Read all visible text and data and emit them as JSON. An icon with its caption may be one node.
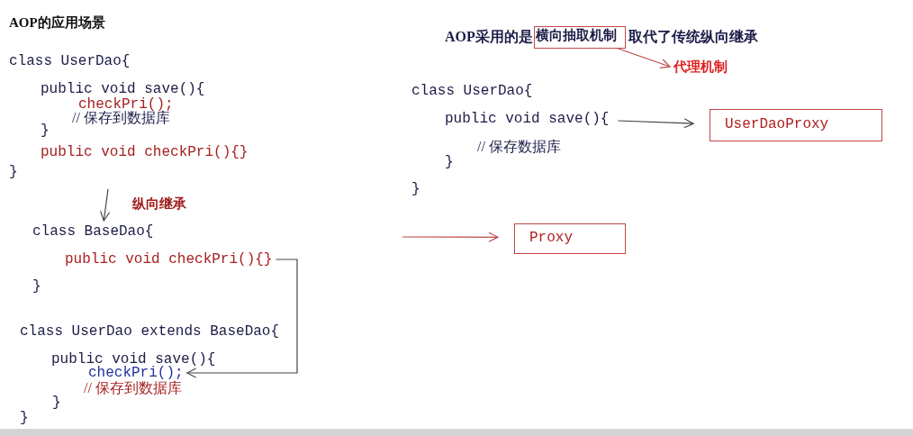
{
  "diagram": {
    "title": "AOP的应用场景",
    "nodes": [
      {
        "text": [
          "横向抽取机制"
        ]
      },
      {
        "text": [
          "代理机制"
        ]
      },
      {
        "text": [
          "public void save(){"
        ]
      },
      {
        "text": [
          "UserDaoProxy"
        ]
      },
      {
        "text": [
          "Proxy"
        ]
      },
      {
        "text": [
          "class BaseDao{"
        ]
      },
      {
        "text": [
          "public void checkPri(){}"
        ]
      },
      {
        "text": [
          "checkPri();"
        ]
      }
    ],
    "edges": [
      {
        "from": 0,
        "to": 1,
        "arrow": "to",
        "color": "#c04848"
      },
      {
        "from": 2,
        "to": 3,
        "arrow": "to"
      },
      {
        "from": null,
        "to": 4,
        "arrow": "to",
        "color": "#c04848"
      },
      {
        "from": null,
        "to": 5,
        "arrow": "to",
        "label": "纵向继承"
      },
      {
        "from": 6,
        "to": 7,
        "arrow": "to"
      }
    ],
    "labels": [
      "class UserDao{",
      "public void save(){",
      "checkPri();",
      "// 保存到数据库",
      "}",
      "public void checkPri(){}",
      "}",
      "}",
      "class UserDao extends BaseDao{",
      "public void save(){",
      "// 保存到数据库",
      "}",
      "}",
      "AOP采用的是",
      "取代了传统纵向继承",
      "class UserDao{",
      "// 保存数据库",
      "}",
      "}"
    ]
  }
}
